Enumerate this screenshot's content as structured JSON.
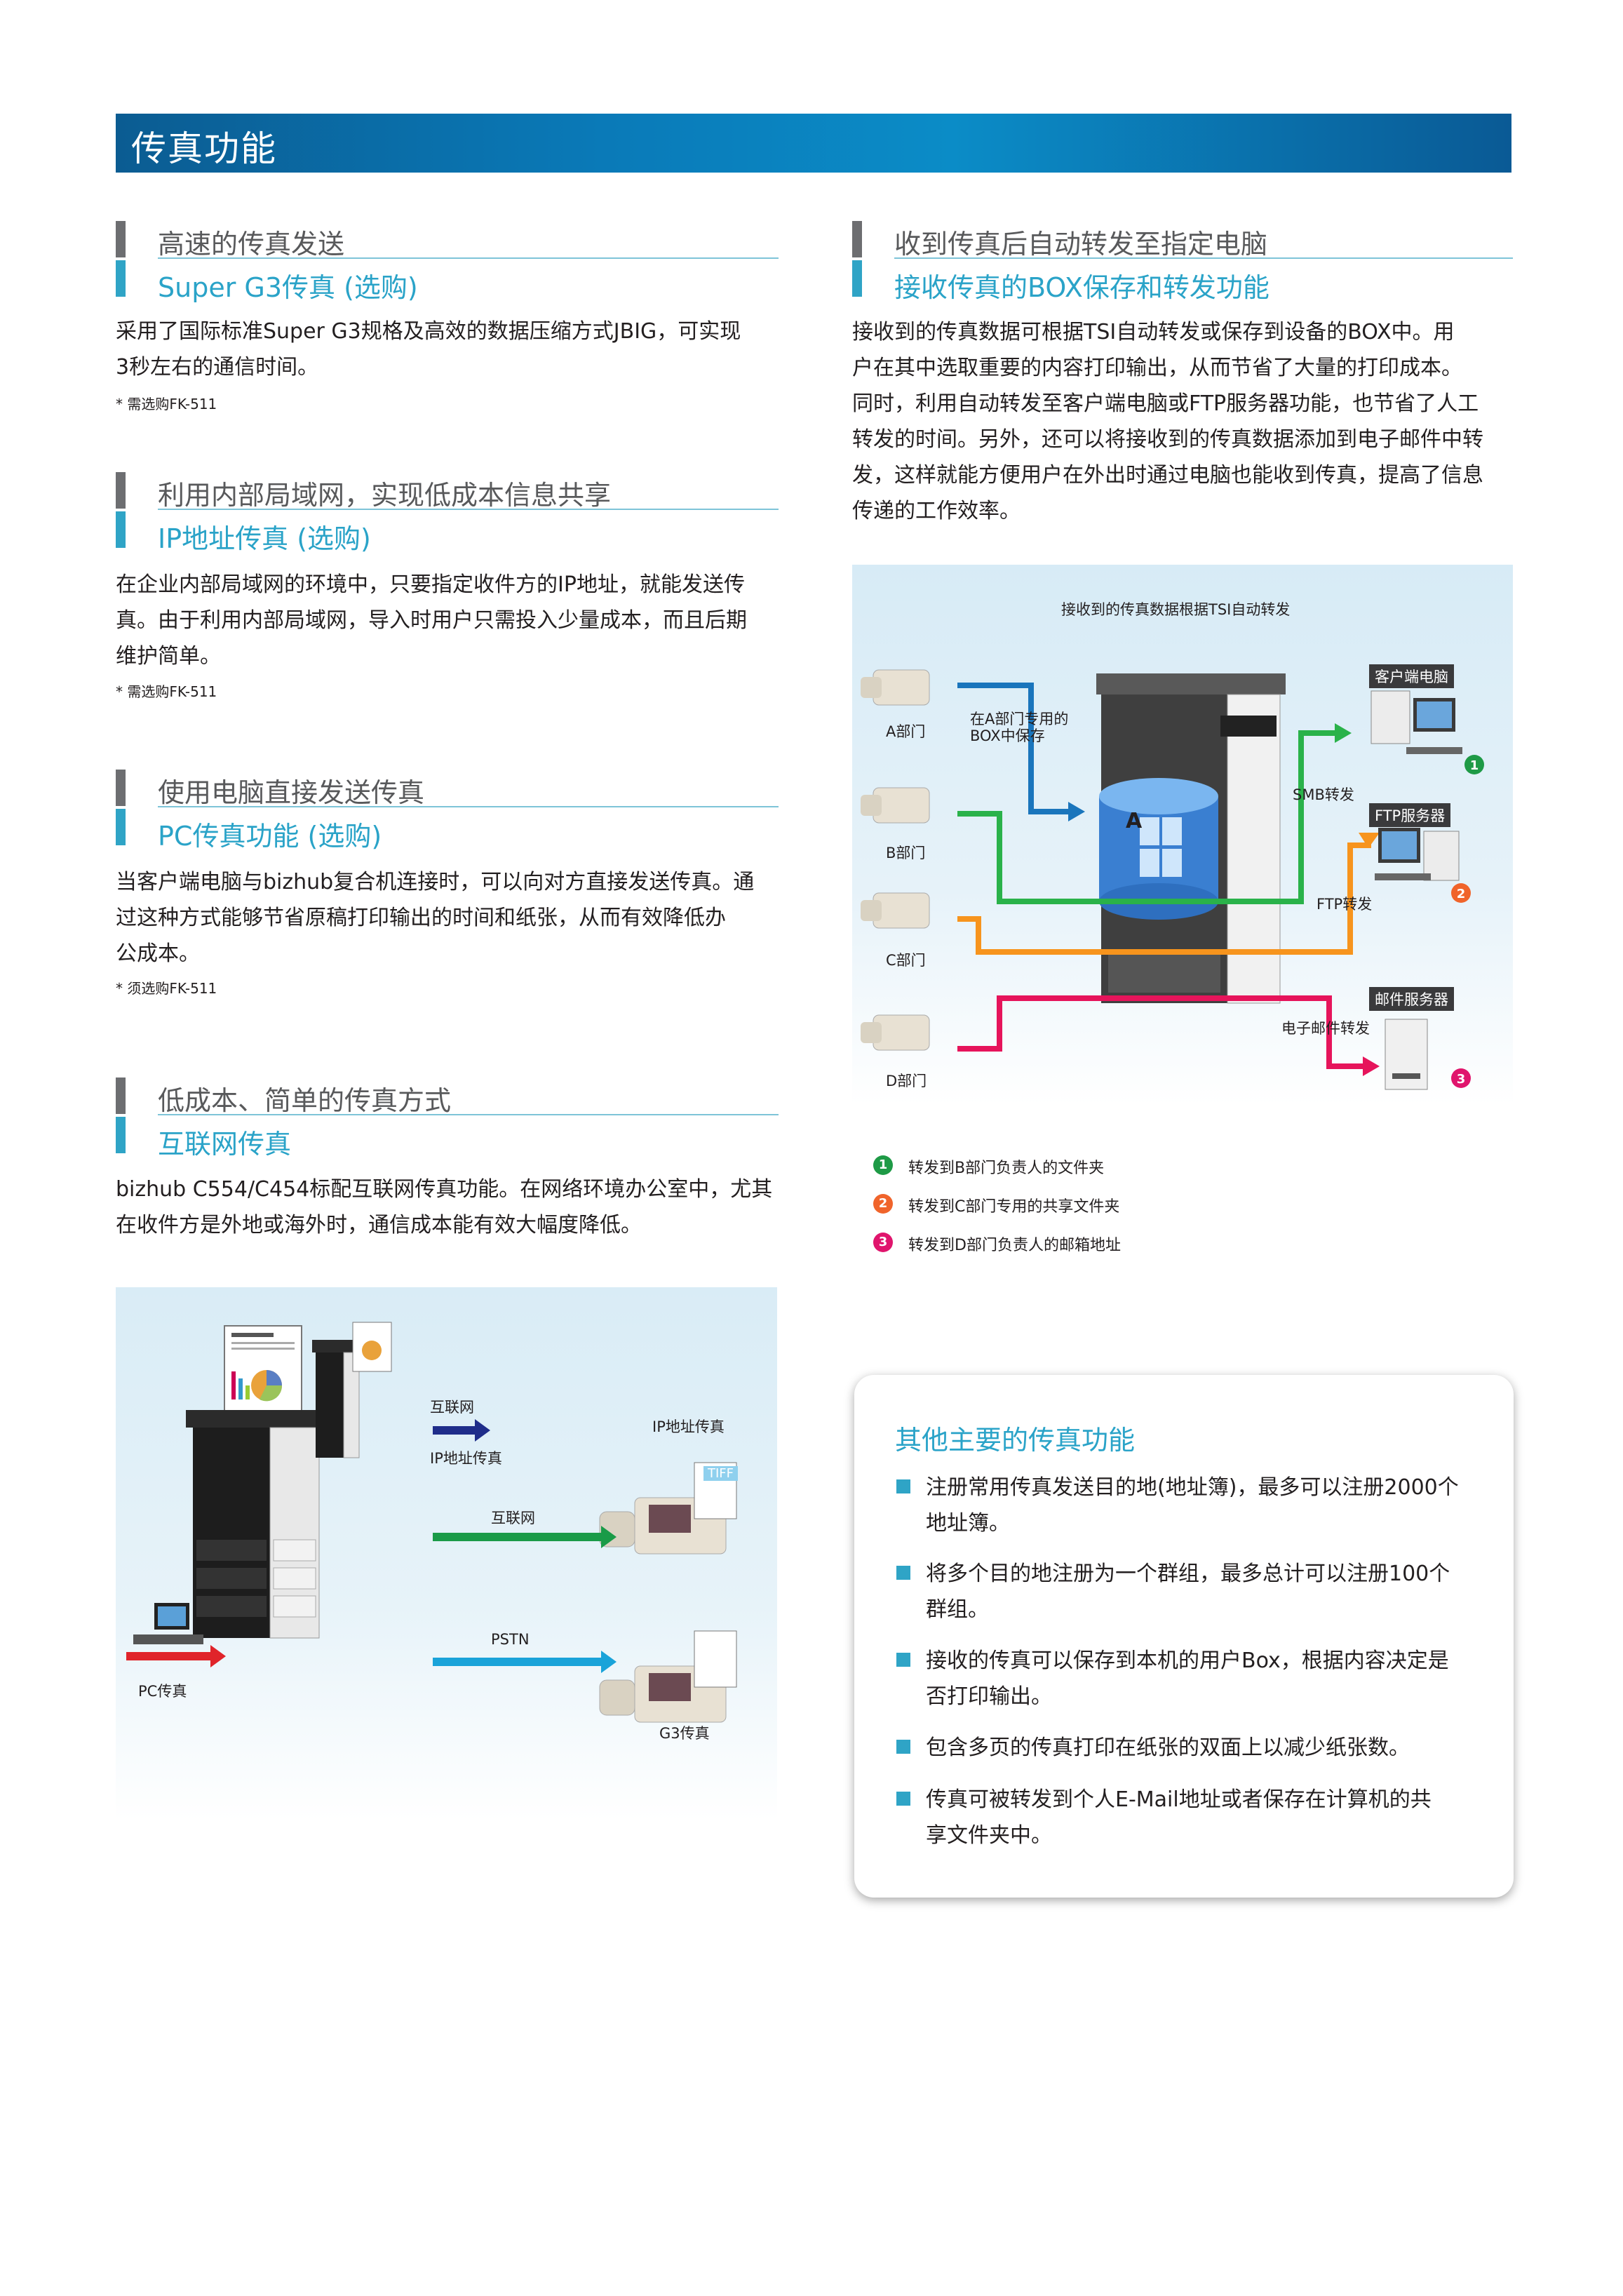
{
  "banner": {
    "title": "传真功能"
  },
  "sections": {
    "s1": {
      "title": "高速的传真发送",
      "subtitle": "Super G3传真 (选购)",
      "lines": [
        "采用了国际标准Super G3规格及高效的数据压缩方式JBIG，可实现",
        "3秒左右的通信时间。"
      ],
      "note": "* 需选购FK-511"
    },
    "s2": {
      "title": "利用内部局域网，实现低成本信息共享",
      "subtitle": "IP地址传真 (选购)",
      "lines": [
        "在企业内部局域网的环境中，只要指定收件方的IP地址，就能发送传",
        "真。由于利用内部局域网，导入时用户只需投入少量成本，而且后期",
        "维护简单。"
      ],
      "note": "* 需选购FK-511"
    },
    "s3": {
      "title": "使用电脑直接发送传真",
      "subtitle": "PC传真功能 (选购)",
      "lines": [
        "当客户端电脑与bizhub复合机连接时，可以向对方直接发送传真。通",
        "过这种方式能够节省原稿打印输出的时间和纸张，从而有效降低办",
        "公成本。"
      ],
      "note": "* 须选购FK-511"
    },
    "s4": {
      "title": "低成本、简单的传真方式",
      "subtitle": "互联网传真",
      "lines": [
        "bizhub C554/C454标配互联网传真功能。在网络环境办公室中，尤其",
        "在收件方是外地或海外时，通信成本能有效大幅度降低。"
      ]
    },
    "s5": {
      "title": "收到传真后自动转发至指定电脑",
      "subtitle": "接收传真的BOX保存和转发功能",
      "lines": [
        "接收到的传真数据可根据TSI自动转发或保存到设备的BOX中。用",
        "户在其中选取重要的内容打印输出，从而节省了大量的打印成本。",
        "同时，利用自动转发至客户端电脑或FTP服务器功能，也节省了人工",
        "转发的时间。另外，还可以将接收到的传真数据添加到电子邮件中转",
        "发，这样就能方便用户在外出时通过电脑也能收到传真，提高了信息",
        "传递的工作效率。"
      ]
    }
  },
  "diagram_left": {
    "internet_label_1": "互联网",
    "ip_fax_label_1": "IP地址传真",
    "ip_fax_label_2": "IP地址传真",
    "tiff_label": "TIFF",
    "internet_label_2": "互联网",
    "pstn_label": "PSTN",
    "pc_fax_label": "PC传真",
    "g3_fax_label": "G3传真"
  },
  "diagram_right": {
    "title": "接收到的传真数据根据TSI自动转发",
    "dept_a": "A部门",
    "dept_b": "B部门",
    "dept_c": "C部门",
    "dept_d": "D部门",
    "box_save": "在A部门专用的\nBOX中保存",
    "box_letter": "A",
    "client_pc": "客户端电脑",
    "smb": "SMB转发",
    "ftp_server": "FTP服务器",
    "ftp": "FTP转发",
    "mail_server": "邮件服务器",
    "email": "电子邮件转发",
    "colors": {
      "blue": "#1a75bc",
      "green": "#2ab24a",
      "orange": "#f7941d",
      "magenta": "#e6145b"
    }
  },
  "legend": [
    {
      "num": "1",
      "text": "转发到B部门负责人的文件夹",
      "color": "#1e9a46"
    },
    {
      "num": "2",
      "text": "转发到C部门专用的共享文件夹",
      "color": "#f0642b"
    },
    {
      "num": "3",
      "text": "转发到D部门负责人的邮箱地址",
      "color": "#e0156d"
    }
  ],
  "other": {
    "title": "其他主要的传真功能",
    "items": [
      [
        "注册常用传真发送目的地(地址簿)，最多可以注册2000个",
        "地址簿。"
      ],
      [
        "将多个目的地注册为一个群组，最多总计可以注册100个",
        "群组。"
      ],
      [
        "接收的传真可以保存到本机的用户Box，根据内容决定是",
        "否打印输出。"
      ],
      [
        "包含多页的传真打印在纸张的双面上以减少纸张数。"
      ],
      [
        "传真可被转发到个人E-Mail地址或者保存在计算机的共",
        "享文件夹中。"
      ]
    ]
  }
}
